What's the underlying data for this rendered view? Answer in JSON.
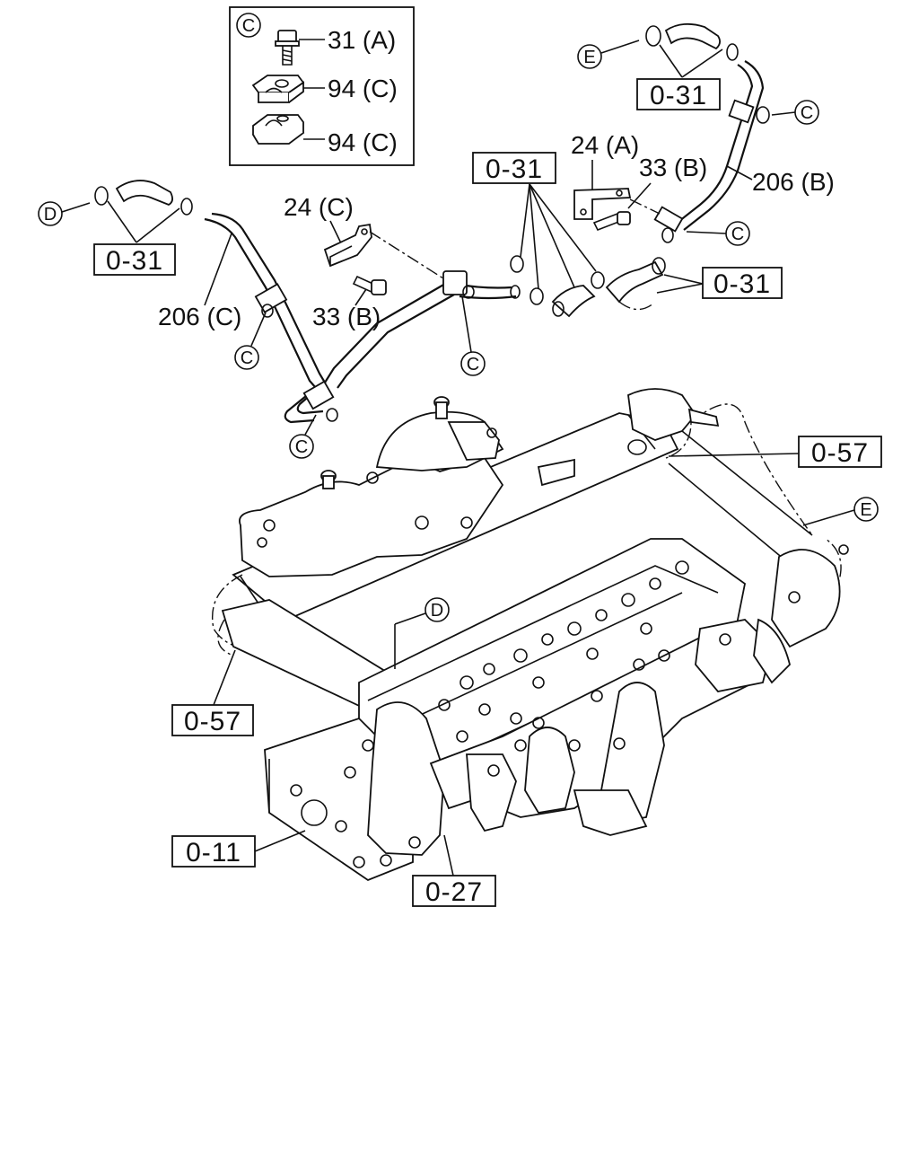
{
  "detail_box": {
    "marker": "C",
    "parts": [
      "31 (A)",
      "94 (C)",
      "94 (C)"
    ]
  },
  "callouts": {
    "ref_0_31_top_right": "0-31",
    "ref_0_31_center": "0-31",
    "ref_0_31_left": "0-31",
    "ref_0_31_right_mid": "0-31",
    "ref_0_57_right": "0-57",
    "ref_0_57_left": "0-57",
    "ref_0_11": "0-11",
    "ref_0_27": "0-27"
  },
  "part_labels": {
    "bracket_24a": "24 (A)",
    "bolt_33b_right": "33 (B)",
    "pipe_206b": "206 (B)",
    "bracket_24c": "24 (C)",
    "bolt_33b_left": "33 (B)",
    "pipe_206c": "206 (C)"
  },
  "markers": {
    "D": "D",
    "E": "E",
    "C": "C"
  }
}
